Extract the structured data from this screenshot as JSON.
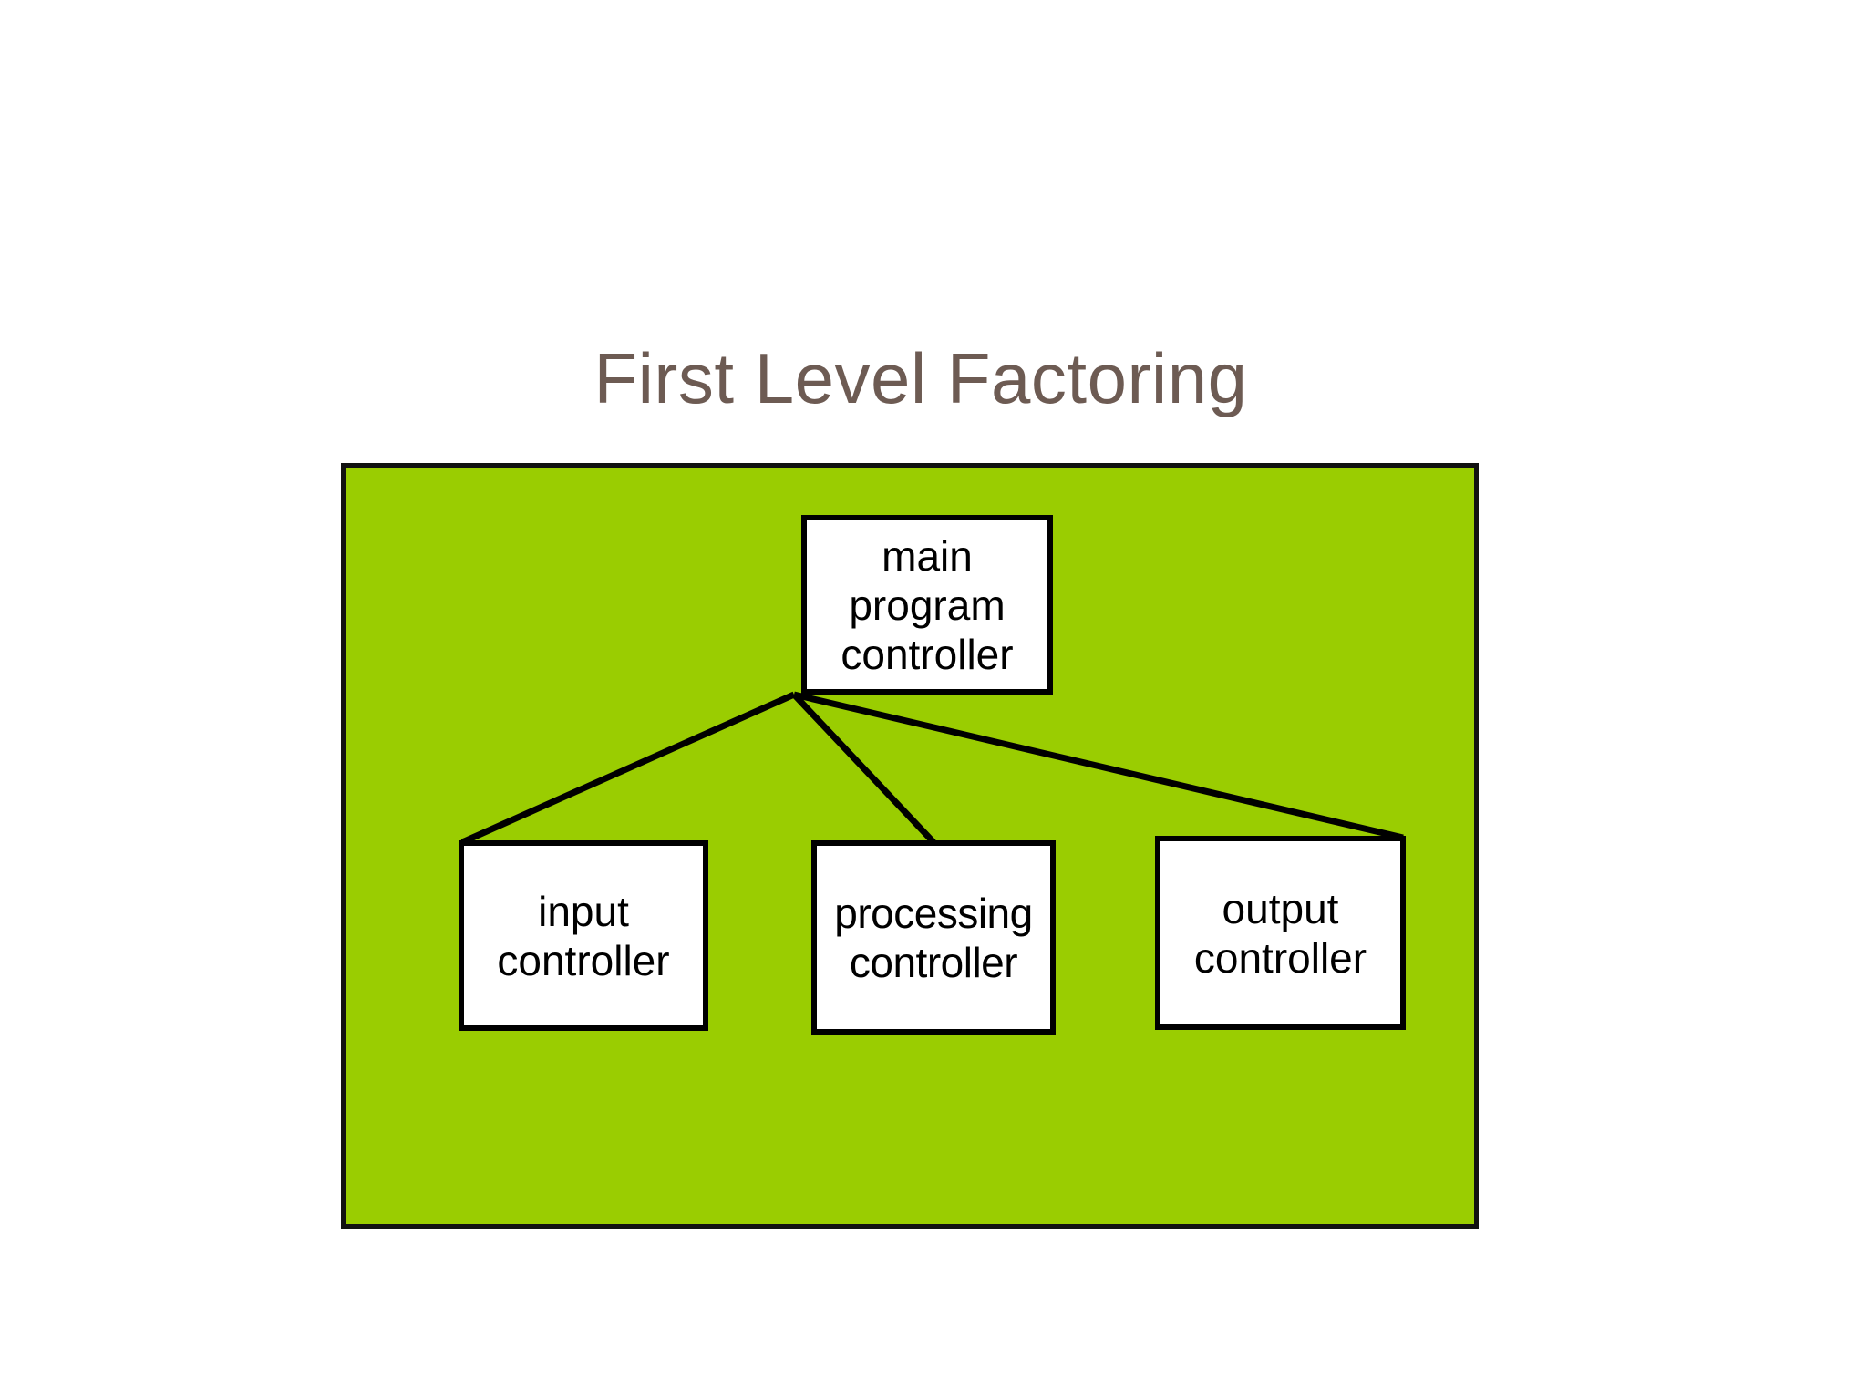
{
  "slide": {
    "title": "First Level Factoring",
    "title_color": "#6D5B53",
    "background_color": "#FFFFFF"
  },
  "diagram": {
    "panel_background_color": "#9ACD01",
    "panel_border_color": "#111111",
    "node_fill_color": "#FFFFFF",
    "node_border_color": "#000000",
    "connector_color": "#000000",
    "nodes": [
      {
        "id": "main-program-controller",
        "lines": [
          "main",
          "program",
          "controller"
        ],
        "line1": "main",
        "line2": "program",
        "line3": "controller"
      },
      {
        "id": "input-controller",
        "lines": [
          "input",
          "controller"
        ],
        "line1": "input",
        "line2": "controller"
      },
      {
        "id": "processing-controller",
        "lines": [
          "processing",
          "controller"
        ],
        "line1": "processing",
        "line2": "controller"
      },
      {
        "id": "output-controller",
        "lines": [
          "output",
          "controller"
        ],
        "line1": "output",
        "line2": "controller"
      }
    ],
    "connectors": [
      {
        "from": "main-program-controller",
        "to": "input-controller"
      },
      {
        "from": "main-program-controller",
        "to": "processing-controller"
      },
      {
        "from": "main-program-controller",
        "to": "output-controller"
      }
    ]
  }
}
